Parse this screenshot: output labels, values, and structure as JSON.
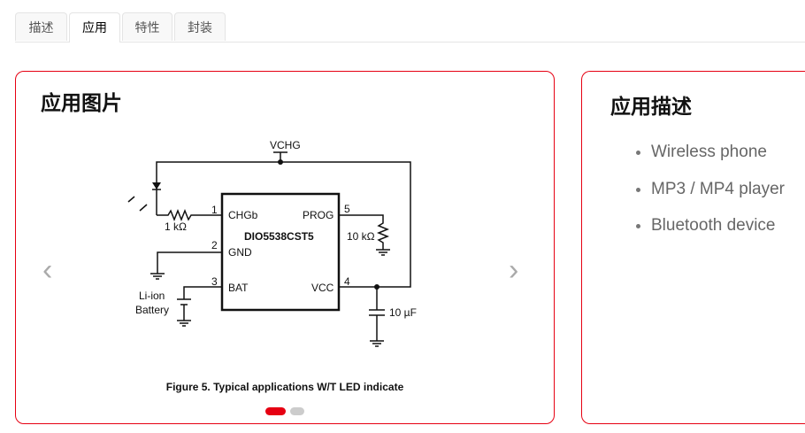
{
  "tabs": [
    {
      "label": "描述"
    },
    {
      "label": "应用"
    },
    {
      "label": "特性"
    },
    {
      "label": "封装"
    }
  ],
  "left_panel": {
    "title": "应用图片",
    "caption": "Figure 5. Typical applications W/T LED indicate",
    "schematic": {
      "vchg": "VCHG",
      "chip": "DIO5538CST5",
      "pin1": "1",
      "pin2": "2",
      "pin3": "3",
      "pin4": "4",
      "pin5": "5",
      "chgb": "CHGb",
      "gnd": "GND",
      "bat": "BAT",
      "prog": "PROG",
      "vcc": "VCC",
      "r1": "1 kΩ",
      "r2": "10 kΩ",
      "cap": "10 µF",
      "batt1": "Li-ion",
      "batt2": "Battery"
    },
    "slides_total": 2,
    "active_slide": 1
  },
  "right_panel": {
    "title": "应用描述",
    "items": [
      "Wireless phone",
      "MP3 / MP4 player",
      "Bluetooth device"
    ]
  },
  "colors": {
    "accent": "#e60012"
  }
}
